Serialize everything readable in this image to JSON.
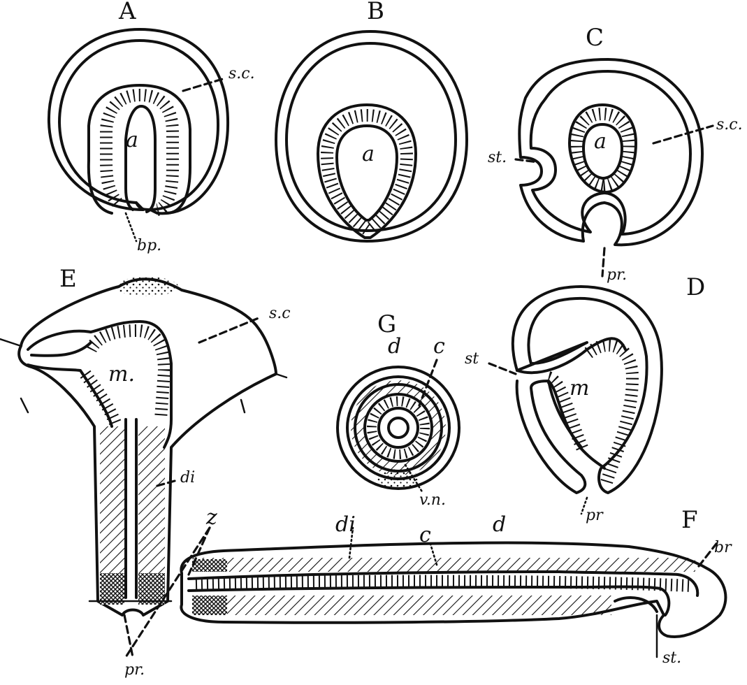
{
  "figure": {
    "panels": [
      {
        "id": "A",
        "letter": "A",
        "labels": [
          "s.c.",
          "a",
          "bp."
        ]
      },
      {
        "id": "B",
        "letter": "B",
        "labels": [
          "a"
        ]
      },
      {
        "id": "C",
        "letter": "C",
        "labels": [
          "s.c.",
          "a",
          "st.",
          "pr."
        ]
      },
      {
        "id": "D",
        "letter": "D",
        "labels": [
          "st",
          "m",
          "pr"
        ]
      },
      {
        "id": "E",
        "letter": "E",
        "labels": [
          "s.c",
          "m.",
          "di",
          "pr."
        ]
      },
      {
        "id": "F",
        "letter": "F",
        "labels": [
          "z",
          "di",
          "c",
          "d",
          "br",
          "st."
        ]
      },
      {
        "id": "G",
        "letter": "G",
        "labels": [
          "d",
          "c",
          "v.n."
        ]
      }
    ]
  }
}
